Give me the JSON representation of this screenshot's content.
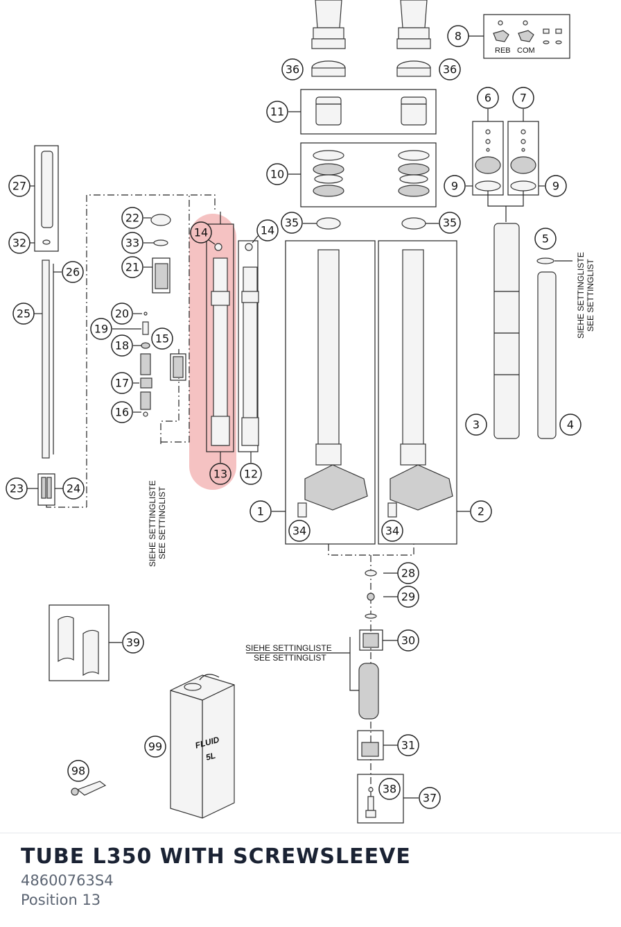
{
  "part": {
    "name": "TUBE L350 WITH SCREWSLEEVE",
    "number": "48600763S4",
    "position": "Position 13"
  },
  "diagram": {
    "callouts": [
      "1",
      "2",
      "3",
      "4",
      "5",
      "6",
      "7",
      "8",
      "9",
      "9",
      "10",
      "11",
      "12",
      "13",
      "14",
      "14",
      "15",
      "16",
      "17",
      "18",
      "19",
      "20",
      "21",
      "22",
      "23",
      "24",
      "25",
      "26",
      "27",
      "28",
      "29",
      "30",
      "31",
      "32",
      "33",
      "34",
      "34",
      "35",
      "35",
      "36",
      "36",
      "37",
      "38",
      "39",
      "98",
      "99"
    ],
    "highlighted": "13",
    "adjuster_labels": {
      "reb": "REB",
      "com": "COM"
    },
    "setting_notes": {
      "de": "SIEHE SETTINGLISTE",
      "en": "SEE SETTINGLIST"
    },
    "can_label": {
      "line1": "FLUID",
      "line2": "5L"
    }
  },
  "colors": {
    "highlight": "#f3b7b7",
    "title": "#1a2233",
    "muted": "#5b6472"
  }
}
